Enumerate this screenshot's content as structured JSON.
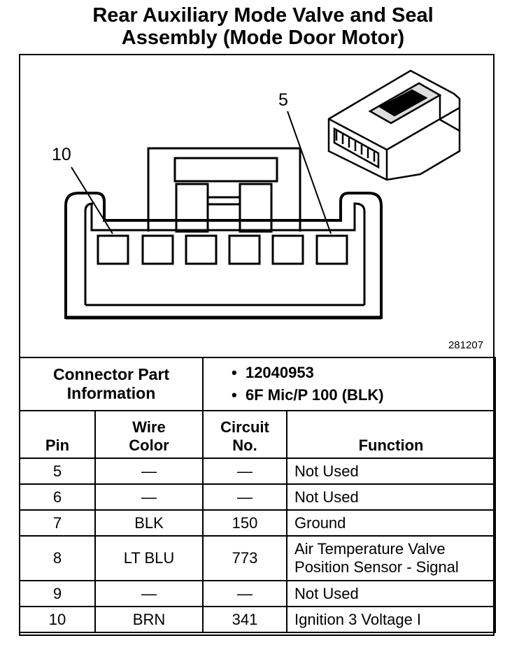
{
  "title": {
    "line1": "Rear Auxiliary Mode Valve and Seal",
    "line2": "Assembly (Mode Door Motor)"
  },
  "figure": {
    "callout_left": "10",
    "callout_right": "5",
    "figure_id": "281207"
  },
  "connector": {
    "label_line1": "Connector Part",
    "label_line2": "Information",
    "part_number": "12040953",
    "part_type": "6F Mic/P 100 (BLK)",
    "bullet": "•"
  },
  "table": {
    "headers": {
      "pin": "Pin",
      "wire_color_1": "Wire",
      "wire_color_2": "Color",
      "circuit_1": "Circuit",
      "circuit_2": "No.",
      "function": "Function"
    },
    "rows": [
      {
        "pin": "5",
        "color": "—",
        "circuit": "—",
        "function_1": "Not Used",
        "function_2": ""
      },
      {
        "pin": "6",
        "color": "—",
        "circuit": "—",
        "function_1": "Not Used",
        "function_2": ""
      },
      {
        "pin": "7",
        "color": "BLK",
        "circuit": "150",
        "function_1": "Ground",
        "function_2": ""
      },
      {
        "pin": "8",
        "color": "LT BLU",
        "circuit": "773",
        "function_1": "Air Temperature Valve",
        "function_2": "Position Sensor - Signal"
      },
      {
        "pin": "9",
        "color": "—",
        "circuit": "—",
        "function_1": "Not Used",
        "function_2": ""
      },
      {
        "pin": "10",
        "color": "BRN",
        "circuit": "341",
        "function_1": "Ignition 3 Voltage I",
        "function_2": ""
      }
    ]
  }
}
